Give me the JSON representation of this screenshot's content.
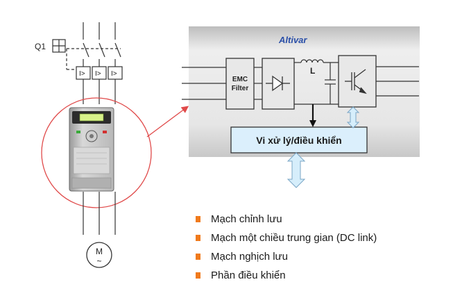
{
  "labels": {
    "breaker": "Q1",
    "panel_title": "Altivar",
    "emc_line1": "EMC",
    "emc_line2": "Filter",
    "inductor": "L",
    "controller": "Vi xử lý/điều khiển",
    "motor": "M",
    "motor_sub": "~",
    "relay_symbol": "I>"
  },
  "bullets": [
    "Mạch chỉnh lưu",
    "Mạch một chiều trung gian (DC link)",
    "Mạch nghịch lưu",
    "Phần điều khiển"
  ],
  "colors": {
    "bullet": "#f07a1c",
    "highlight_circle": "#e04a4a",
    "controller_fill": "#dbeffc",
    "arrow_fill": "#d6eefb",
    "arrow_stroke": "#7aa6c6"
  }
}
